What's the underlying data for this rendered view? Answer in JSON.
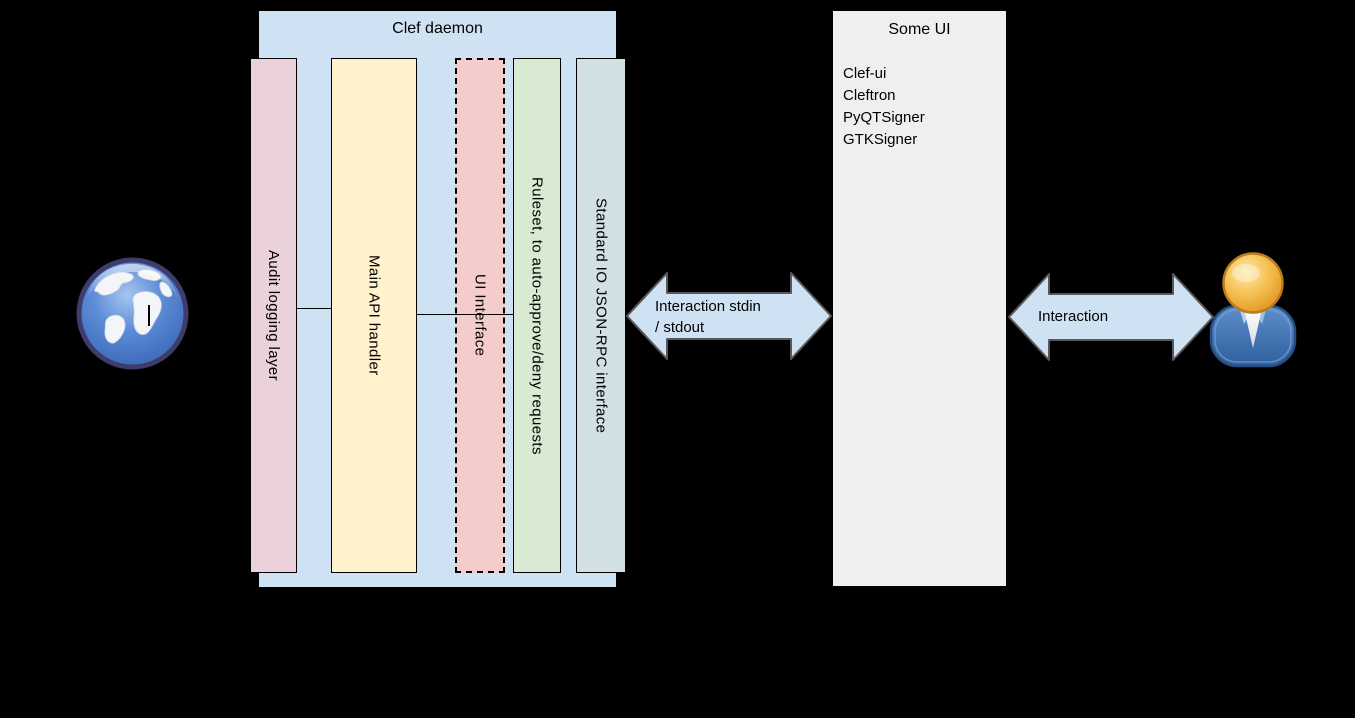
{
  "diagram": {
    "background": "#000000",
    "clef_daemon": {
      "title": "Clef daemon",
      "fill": "#cfe2f3",
      "bars": [
        {
          "label": "Audit logging layer",
          "fill": "#ead1dc",
          "border_style": "solid"
        },
        {
          "label": "Main API handler",
          "fill": "#fff2cc",
          "border_style": "solid"
        },
        {
          "label": "UI Interface",
          "fill": "#f4cccc",
          "border_style": "dashed"
        },
        {
          "label": "Ruleset, to auto-approve/deny requests",
          "fill": "#d9ead3",
          "border_style": "solid"
        },
        {
          "label": "Standard IO JSON-RPC interface",
          "fill": "#d0e0e3",
          "border_style": "solid"
        }
      ]
    },
    "some_ui": {
      "title": "Some UI",
      "fill": "#efefef",
      "items": [
        "Clef-ui",
        "Cleftron",
        "PyQTSigner",
        "GTKSigner"
      ]
    },
    "arrows": {
      "fill": "#cfe2f3",
      "stroke": "#58585a",
      "left": {
        "line1": "Interaction stdin",
        "line2": "/ stdout"
      },
      "right": {
        "label": "Interaction"
      }
    },
    "icons": {
      "left": "globe-icon",
      "right": "user-icon"
    }
  }
}
